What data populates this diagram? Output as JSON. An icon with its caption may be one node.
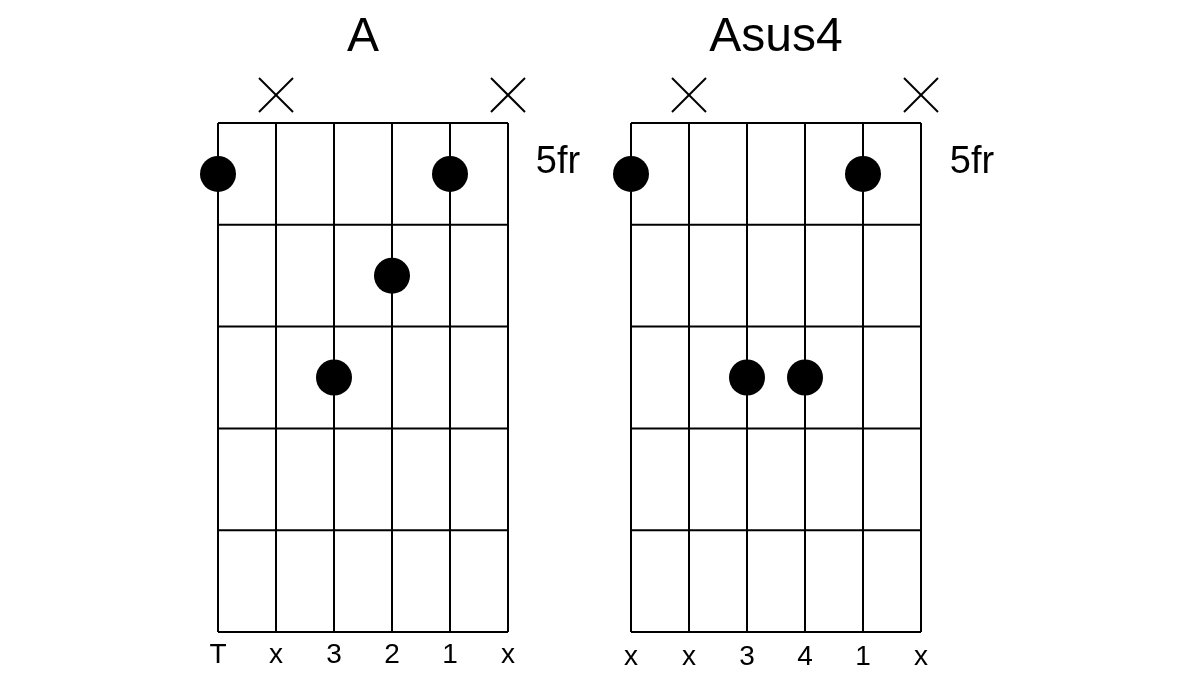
{
  "diagram": {
    "labels": [
      "A",
      "Asus4",
      "5fr",
      "5fr",
      "T",
      "x",
      "3",
      "2",
      "1",
      "x",
      "x",
      "x",
      "3",
      "4",
      "1",
      "x"
    ]
  }
}
